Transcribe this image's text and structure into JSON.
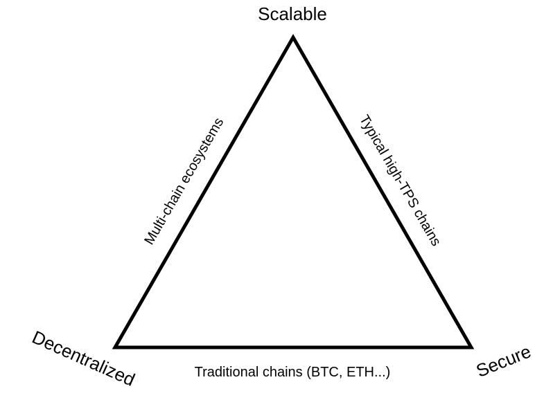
{
  "vertices": {
    "top": "Scalable",
    "left": "Decentralized",
    "right": "Secure"
  },
  "edges": {
    "left": "Multi-chain ecosystems",
    "right": "Typical high-TPS chains",
    "bottom": "Traditional chains (BTC, ETH...)"
  },
  "colors": {
    "line": "#000000",
    "text": "#000000",
    "background": "#ffffff"
  }
}
